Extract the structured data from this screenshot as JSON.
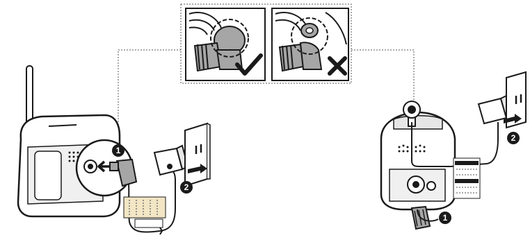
{
  "step_badges": {
    "left_plug_in": "1",
    "left_outlet": "2",
    "right_plug_in": "1",
    "right_outlet": "2"
  },
  "inset_marks": {
    "correct": "check-mark-icon",
    "incorrect": "cross-mark-icon"
  },
  "colors": {
    "ink": "#1a1a1a",
    "highlight_gray": "#a6a6a6",
    "panel_gray": "#e6e6e6",
    "label_bg": "#f2e6c4"
  }
}
